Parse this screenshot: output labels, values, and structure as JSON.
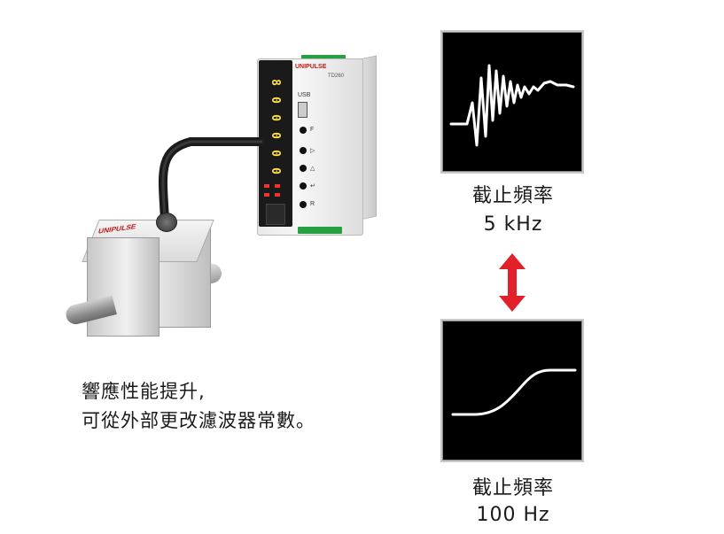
{
  "diagram": {
    "description_lines": [
      "響應性能提升,",
      "可從外部更改濾波器常數。"
    ],
    "panels": [
      {
        "caption_line1": "截止頻率",
        "caption_line2": "5 kHz",
        "signal": "step-response-with-high-frequency-noise"
      },
      {
        "caption_line1": "截止頻率",
        "caption_line2": "100 Hz",
        "signal": "smooth-step-response"
      }
    ],
    "arrow": "double-headed-vertical-arrow",
    "colors": {
      "arrow": "#e3202a",
      "panel_background": "#000000",
      "signal": "#ffffff",
      "display_digits": "#ffe14a",
      "brand": "#c01818"
    },
    "controller": {
      "brand": "UNIPULSE",
      "model": "TD260",
      "display": "800000",
      "button_labels": [
        "F",
        "▷",
        "△",
        "↵",
        "R"
      ],
      "usb_label": "USB"
    },
    "sensor": {
      "brand": "UNIPULSE"
    }
  }
}
